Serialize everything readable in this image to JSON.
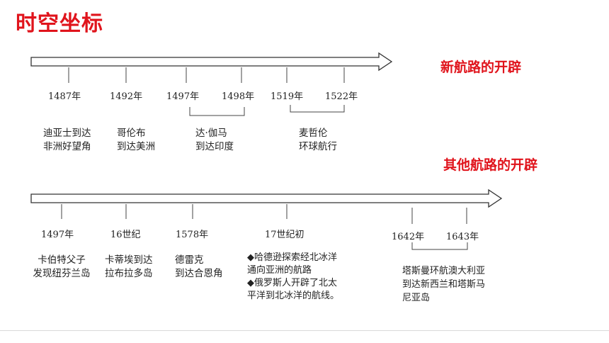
{
  "title": "时空坐标",
  "section1": {
    "title": "新航路的开辟",
    "years": [
      "1487年",
      "1492年",
      "1497年",
      "1498年",
      "1519年",
      "1522年"
    ],
    "events": [
      [
        "迪亚士到达",
        "非洲好望角"
      ],
      [
        "哥伦布",
        "到达美洲"
      ],
      [
        "达·伽马",
        "到达印度"
      ],
      [
        "麦哲伦",
        "环球航行"
      ]
    ]
  },
  "section2": {
    "title": "其他航路的开辟",
    "years": [
      "1497年",
      "16世纪",
      "1578年",
      "17世纪初",
      "1642年",
      "1643年"
    ],
    "events": [
      [
        "卡伯特父子",
        "发现纽芬兰岛"
      ],
      [
        "卡蒂埃到达",
        "拉布拉多岛"
      ],
      [
        "德雷克",
        "到达合恩角"
      ],
      [
        "◆哈德逊探索经北冰洋",
        "通向亚洲的航路",
        "◆俄罗斯人开辟了北太",
        "平洋到北冰洋的航线。"
      ],
      [
        "塔斯曼环航澳大利亚",
        "到达新西兰和塔斯马",
        "尼亚岛"
      ]
    ]
  }
}
